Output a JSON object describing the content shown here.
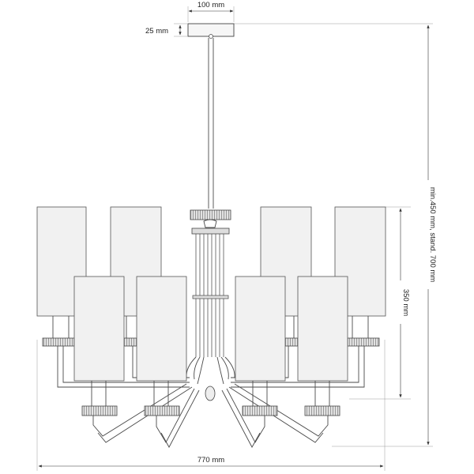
{
  "dimensions": {
    "canopy_width": "100 mm",
    "canopy_height": "25 mm",
    "overall_height": "min.450 mm, stand. 700 mm",
    "shade_height": "350 mm",
    "overall_width": "770 mm"
  },
  "colors": {
    "shade_fill": "#f1f1f1",
    "line": "#4a4a4a",
    "dimension_line": "#333333"
  }
}
